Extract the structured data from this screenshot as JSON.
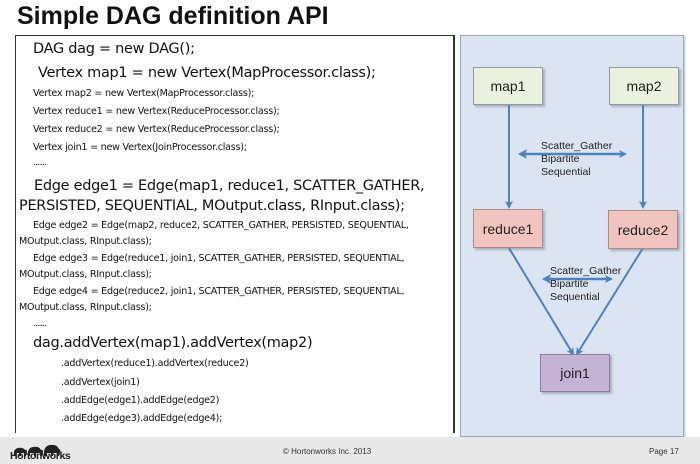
{
  "slide": {
    "title": "Simple DAG definition API",
    "code": {
      "dag_decl": "DAG dag = new DAG();",
      "vertex_map1": "Vertex map1 = new Vertex(MapProcessor.class);",
      "vertex_map2": "Vertex map2 = new Vertex(MapProcessor.class);",
      "vertex_reduce1": "Vertex reduce1 = new Vertex(ReduceProcessor.class);",
      "vertex_reduce2": "Vertex reduce2 = new Vertex(ReduceProcessor.class);",
      "vertex_join1": "Vertex join1 = new Vertex(JoinProcessor.class);",
      "ellipsis1": ".......",
      "edge1_a": "Edge edge1 = Edge(map1, reduce1, SCATTER_GATHER,",
      "edge1_b": "PERSISTED, SEQUENTIAL, MOutput.class, RInput.class);",
      "edge2_a": "Edge edge2 = Edge(map2, reduce2, SCATTER_GATHER, PERSISTED, SEQUENTIAL,",
      "edge2_b": "MOutput.class, RInput.class);",
      "edge3_a": "Edge edge3 = Edge(reduce1, join1, SCATTER_GATHER, PERSISTED, SEQUENTIAL,",
      "edge3_b": "MOutput.class, RInput.class);",
      "edge4_a": "Edge edge4 = Edge(reduce2, join1, SCATTER_GATHER, PERSISTED, SEQUENTIAL,",
      "edge4_b": "MOutput.class, RInput.class);",
      "ellipsis2": ".......",
      "add1": "dag.addVertex(map1).addVertex(map2)",
      "add2": ".addVertex(reduce1).addVertex(reduce2)",
      "add3": ".addVertex(join1)",
      "add4": ".addEdge(edge1).addEdge(edge2)",
      "add5": ".addEdge(edge3).addEdge(edge4);"
    },
    "diagram": {
      "nodes": {
        "map1": "map1",
        "map2": "map2",
        "reduce1": "reduce1",
        "reduce2": "reduce2",
        "join1": "join1"
      },
      "edge_label_top": [
        "Scatter_Gather",
        "Bipartite",
        "Sequential"
      ],
      "edge_label_bottom": [
        "Scatter_Gather",
        "Bipartite",
        "Sequential"
      ],
      "colors": {
        "map": "#ebf1de",
        "reduce": "#f2c4c0",
        "join": "#c5b3d6",
        "arrow": "#4f81bd",
        "panel": "#dbe5f1"
      }
    },
    "footer": {
      "logo_text": "Hortonworks",
      "copyright": "© Hortonworks Inc. 2013",
      "page": "Page 17"
    }
  }
}
